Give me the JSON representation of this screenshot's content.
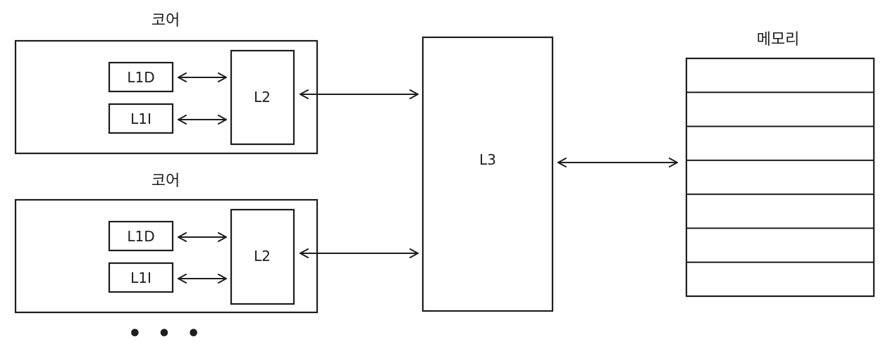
{
  "diagram": {
    "cores": [
      {
        "title": "코어",
        "l1d": "L1D",
        "l1i": "L1I",
        "l2": "L2"
      },
      {
        "title": "코어",
        "l1d": "L1D",
        "l1i": "L1I",
        "l2": "L2"
      }
    ],
    "ellipsis": "• • •",
    "l3": "L3",
    "memory": {
      "title": "메모리",
      "rows": 7
    },
    "colors": {
      "stroke": "#1e1e1e",
      "background": "#ffffff"
    }
  }
}
